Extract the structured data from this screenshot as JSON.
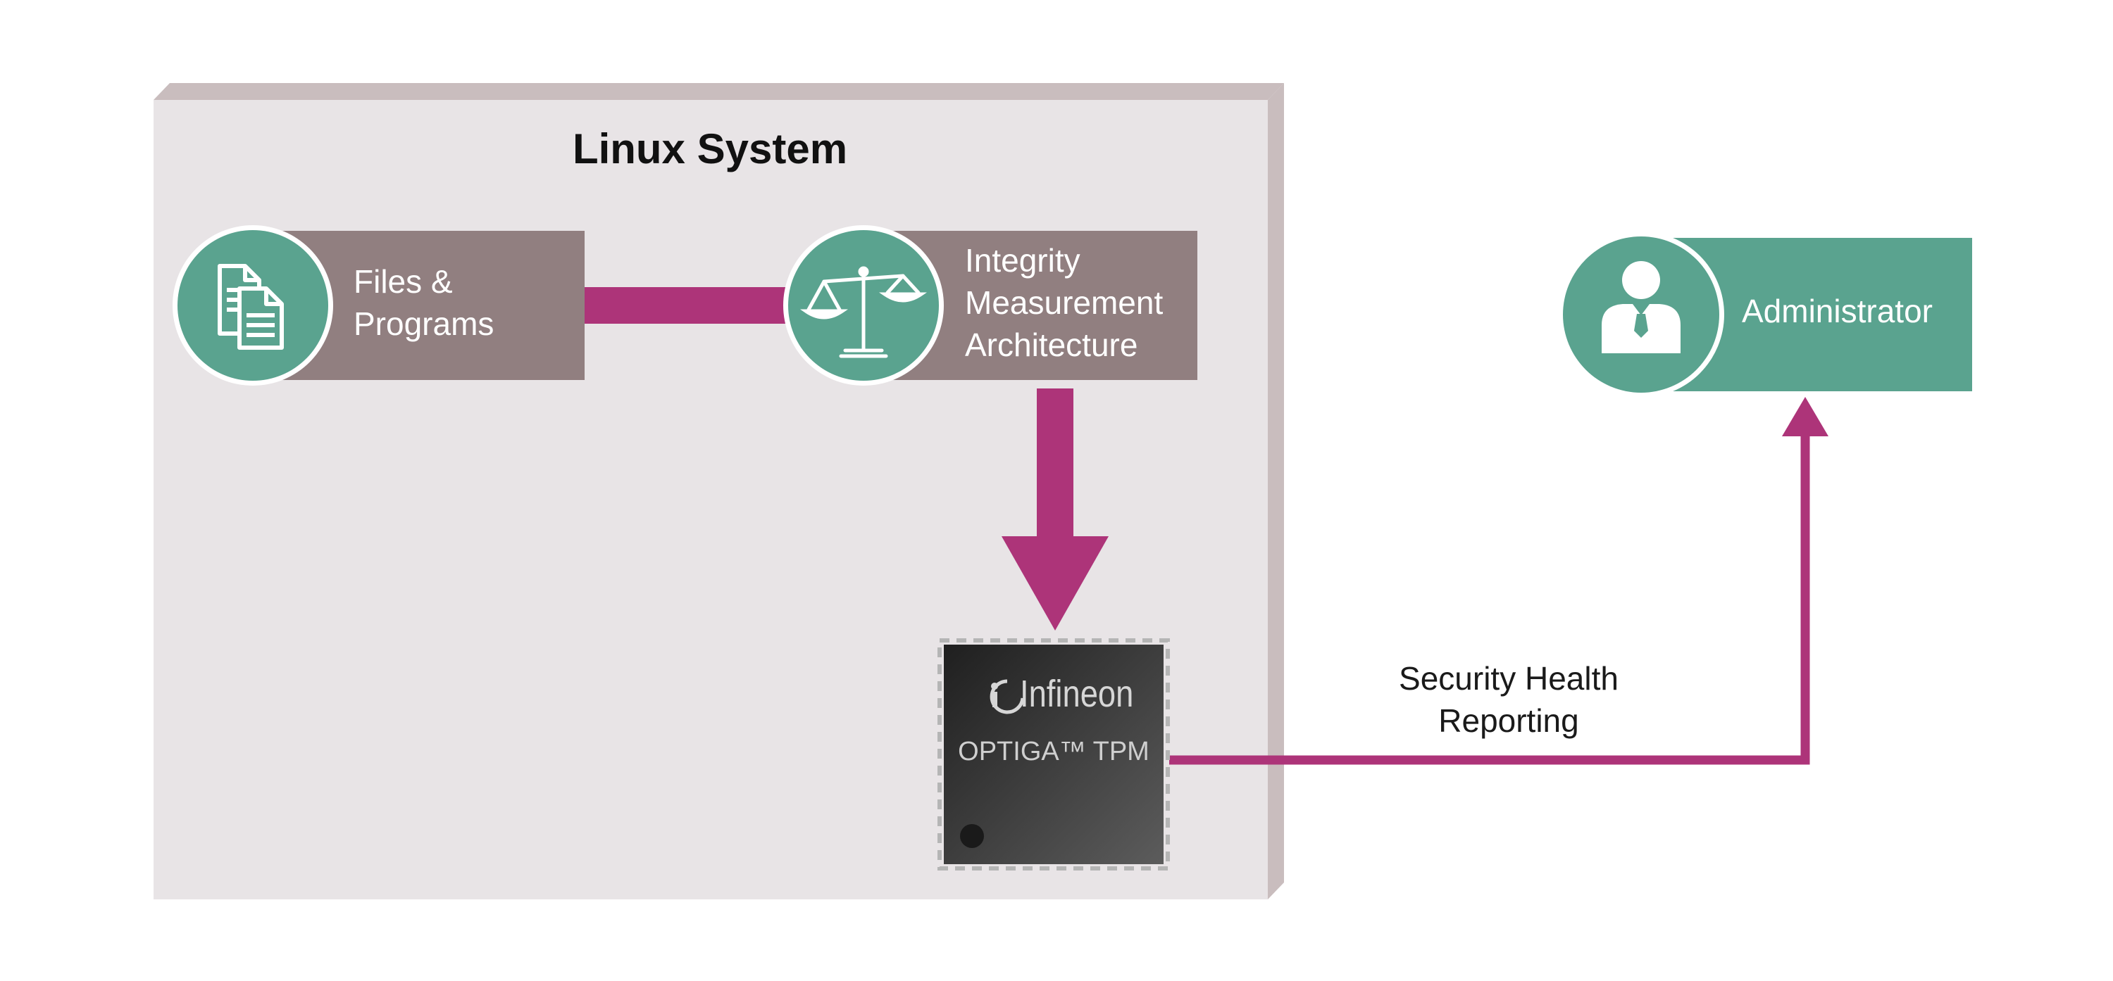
{
  "diagram": {
    "system_title": "Linux System",
    "files_node": {
      "line1": "Files &",
      "line2": "Programs",
      "icon": "documents-icon"
    },
    "ima_node": {
      "line1": "Integrity",
      "line2": "Measurement",
      "line3": "Architecture",
      "icon": "balance-scale-icon"
    },
    "tpm_chip": {
      "brand": "Infineon",
      "model": "OPTIGA™ TPM",
      "icon": "infineon-logo-icon"
    },
    "admin_node": {
      "label": "Administrator",
      "icon": "user-admin-icon"
    },
    "report_label": {
      "line1": "Security Health",
      "line2": "Reporting"
    }
  },
  "colors": {
    "background": "#ffffff",
    "system_box": "#e8e4e6",
    "system_box_edge": "#c8bcbd",
    "node_label_bg": "#917f80",
    "teal": "#5aa38f",
    "magenta": "#ad3479",
    "chip_dark": "#262626",
    "chip_light": "#5c5c5c"
  }
}
